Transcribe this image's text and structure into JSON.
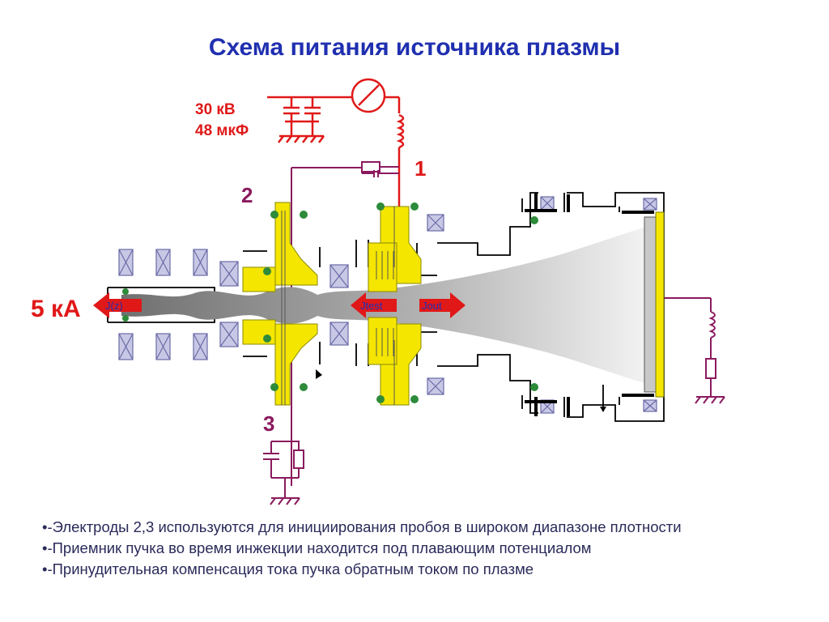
{
  "title": "Схема питания источника плазмы",
  "supply": {
    "voltage": "30 кВ",
    "capacitance": "48 мкФ"
  },
  "labels": {
    "n1": "1",
    "n2": "2",
    "n3": "3",
    "current": "5 кА"
  },
  "arrows": {
    "jz": "J(z)",
    "jtest": "Jtest",
    "jout": "Jout"
  },
  "bullets": [
    "•-Электроды 2,3 используются для инициирования пробоя в широком диапазоне плотности",
    "•-Приемник пучка во время инжекции находится под плавающим потенциалом",
    "•-Принудительная компенсация тока пучка обратным током по плазме"
  ],
  "colors": {
    "title": "#1f2fb0",
    "supply": "#e01818",
    "electrode": "#8b1a5e",
    "metal": "#f5e600",
    "coil": "#b6b6d8"
  }
}
